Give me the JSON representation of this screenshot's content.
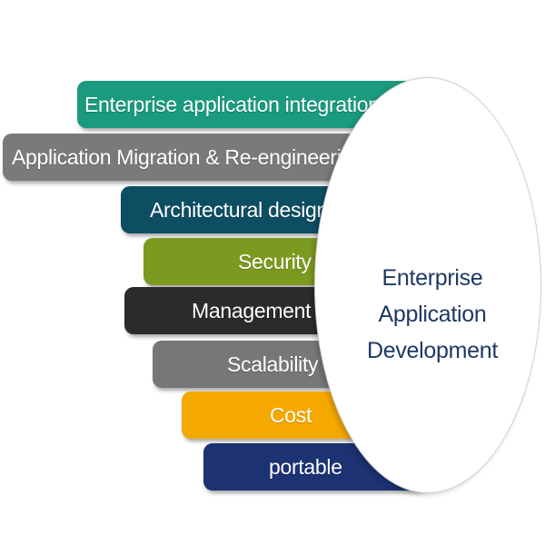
{
  "diagram": {
    "center": {
      "line1": "Enterprise Application",
      "line2": "Development",
      "text_color": "#1f3864"
    },
    "items": [
      {
        "label": "Enterprise application integration",
        "color": "#1a9a7e"
      },
      {
        "label": "Application Migration & Re-engineering",
        "color": "#7a7a7a"
      },
      {
        "label": "Architectural design",
        "color": "#0d4e63"
      },
      {
        "label": "Security",
        "color": "#7c9a1f"
      },
      {
        "label": "Management",
        "color": "#2b2b2b"
      },
      {
        "label": "Scalability",
        "color": "#777777"
      },
      {
        "label": "Cost",
        "color": "#f5a800"
      },
      {
        "label": "portable",
        "color": "#1c3272"
      }
    ]
  }
}
